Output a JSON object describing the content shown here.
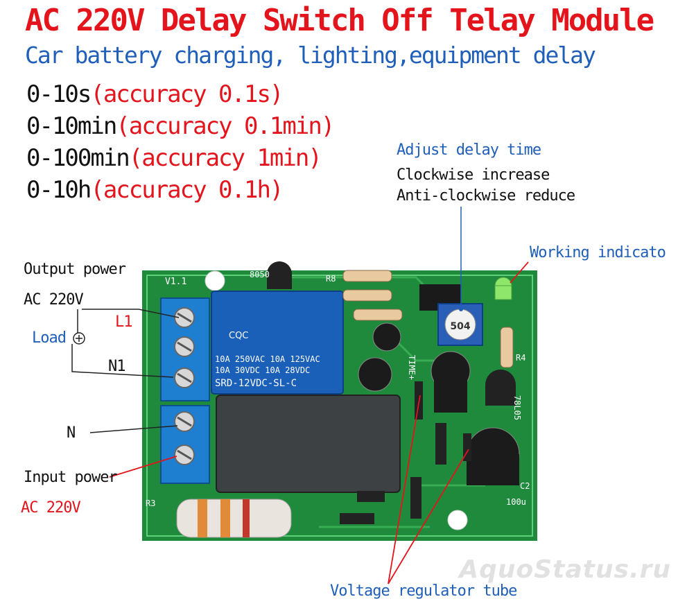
{
  "title": "AC 220V Delay Switch Off Telay Module",
  "subtitle": "Car battery charging,  lighting,equipment delay",
  "ranges": [
    {
      "range": "0-10s",
      "accuracy": "(accuracy 0.1s)"
    },
    {
      "range": "0-10min",
      "accuracy": "(accuracy 0.1min)"
    },
    {
      "range": "0-100min",
      "accuracy": "(accuracy 1min)"
    },
    {
      "range": "0-10h",
      "accuracy": "(accuracy 0.1h)"
    }
  ],
  "adjust": {
    "title": "Adjust delay time",
    "cw": "Clockwise increase",
    "ccw": "Anti-clockwise reduce"
  },
  "labels": {
    "output_power": "Output power",
    "output_ac": "AC 220V",
    "load": "Load",
    "l1": "L1",
    "n1": "N1",
    "n": "N",
    "input_power": "Input power",
    "input_ac": "AC 220V",
    "working_indicator": "Working indicato",
    "voltage_regulator": "Voltage regulator tube"
  },
  "relay": {
    "brand": "CQC",
    "line1": "10A 250VAC  10A 125VAC",
    "line2": "10A  30VDC  10A  28VDC",
    "model": "SRD-12VDC-SL-C"
  },
  "pcb": {
    "version": "V1.1",
    "pot_value": "504",
    "reg": "78L05",
    "cap": "100u",
    "time_label": "TIME+",
    "r3": "R3",
    "r4": "R4",
    "r8": "R8",
    "c2": "C2",
    "q": "8050"
  },
  "watermark": "AquoStatus.ru",
  "colors": {
    "title_red": "#e3141c",
    "subtitle_blue": "#1f5fb9",
    "pcb_green": "#1f8a3c",
    "terminal_blue": "#1e7fd0",
    "relay_blue": "#1a5fb8"
  }
}
